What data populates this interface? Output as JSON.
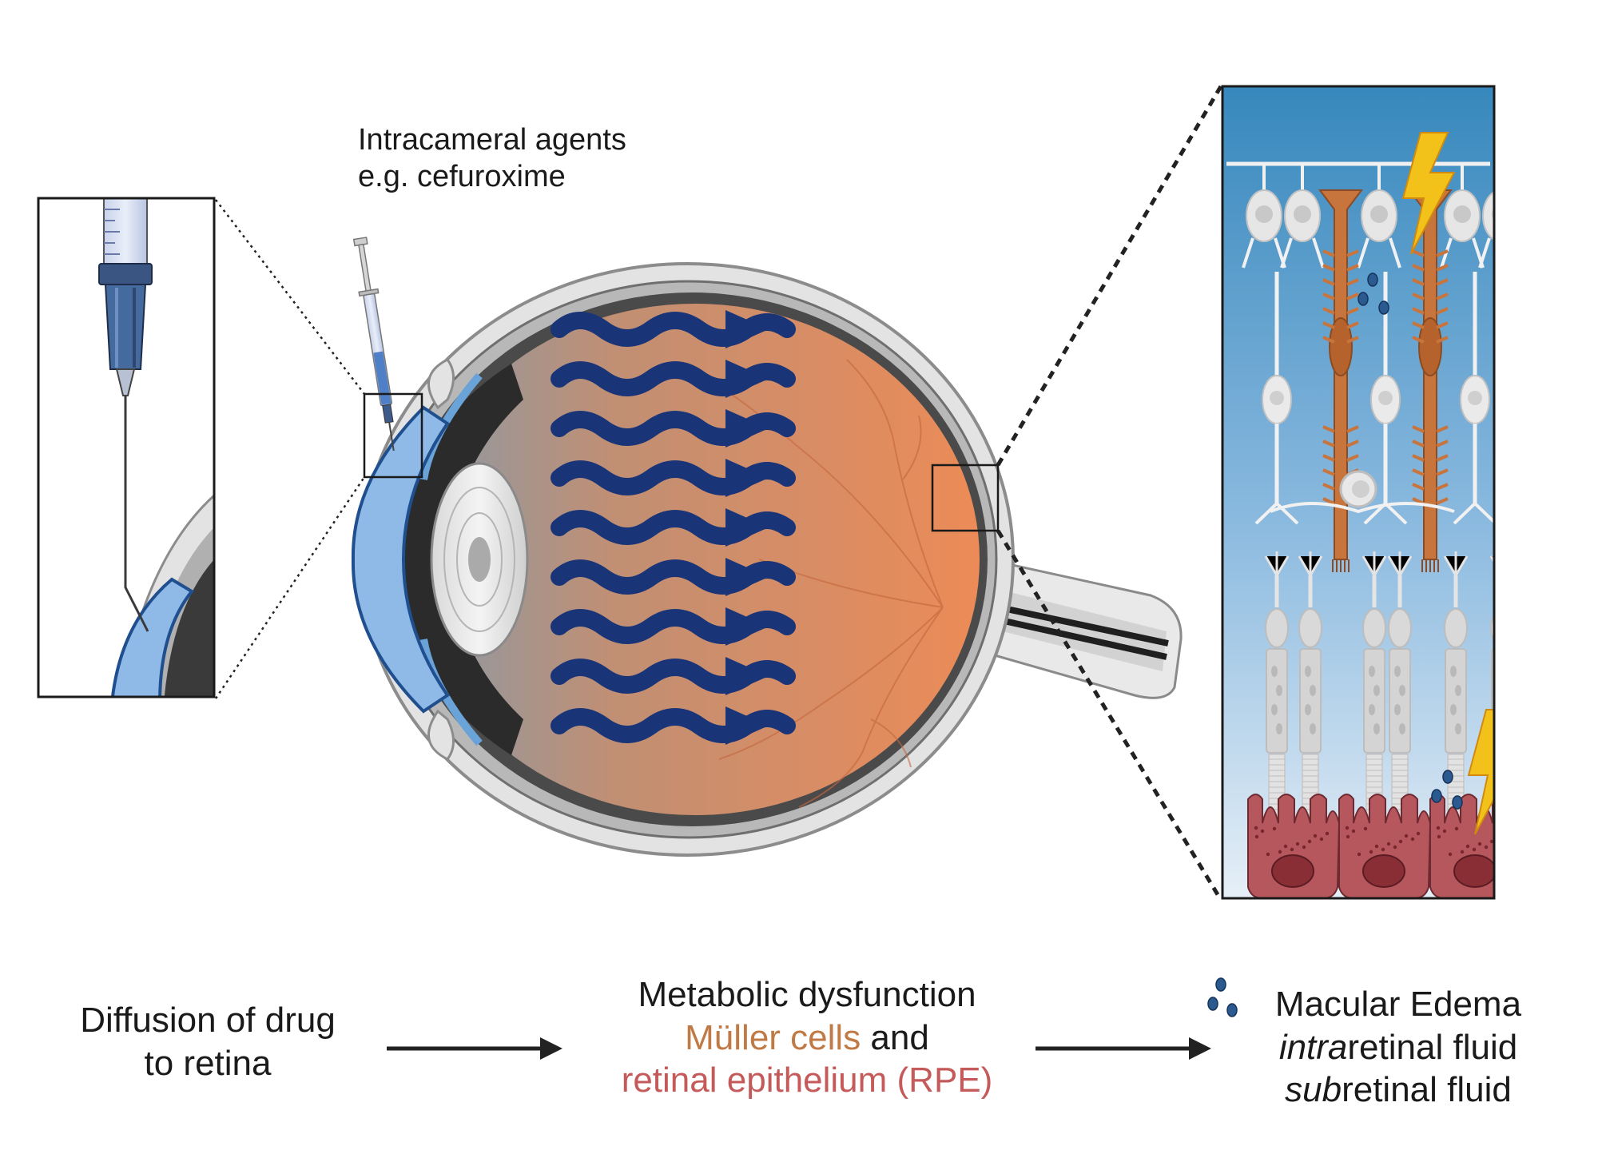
{
  "labels": {
    "intracameral_line1": "Intracameral agents",
    "intracameral_line2": "e.g. cefuroxime"
  },
  "steps": [
    {
      "line1": "Diffusion of drug",
      "line2": "to retina"
    },
    {
      "line1": "Metabolic dysfunction",
      "muller": "Müller cells",
      "and": " and",
      "rpe": "retinal epithelium (RPE)"
    },
    {
      "line1": "Macular Edema",
      "intra_prefix": "intra",
      "intra_suffix": "retinal fluid",
      "sub_prefix": "sub",
      "sub_suffix": "retinal fluid"
    }
  ],
  "colors": {
    "wave_arrows": "#1a3478",
    "retina_orange": "#e7875a",
    "muller_text": "#c07a45",
    "rpe_text": "#c45a5a",
    "panel_blue_top": "#3a8bbf",
    "panel_blue_bottom": "#dfeaf5",
    "rpe_cells": "#b5575c",
    "lightning": "#f2c21b",
    "fluid_drops": "#2a5a8f"
  },
  "icons": {
    "syringe": "syringe-icon",
    "lightning": "lightning-icon",
    "drop": "fluid-drop-icon"
  }
}
